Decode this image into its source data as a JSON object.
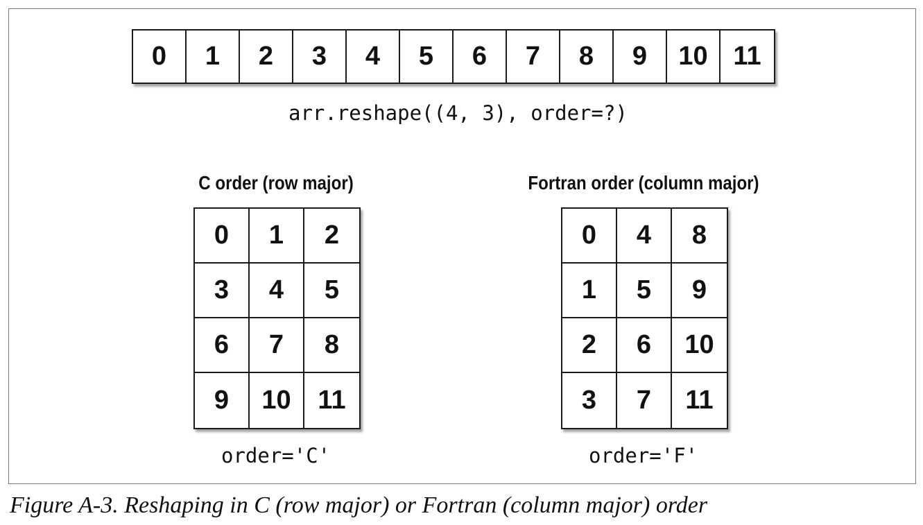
{
  "flat_array": {
    "values": [
      "0",
      "1",
      "2",
      "3",
      "4",
      "5",
      "6",
      "7",
      "8",
      "9",
      "10",
      "11"
    ]
  },
  "reshape_call": "arr.reshape((4, 3), order=?)",
  "c_order": {
    "heading": "C order (row major)",
    "rows": [
      [
        "0",
        "1",
        "2"
      ],
      [
        "3",
        "4",
        "5"
      ],
      [
        "6",
        "7",
        "8"
      ],
      [
        "9",
        "10",
        "11"
      ]
    ],
    "label": "order='C'"
  },
  "fortran_order": {
    "heading": "Fortran order (column major)",
    "rows": [
      [
        "0",
        "4",
        "8"
      ],
      [
        "1",
        "5",
        "9"
      ],
      [
        "2",
        "6",
        "10"
      ],
      [
        "3",
        "7",
        "11"
      ]
    ],
    "label": "order='F'"
  },
  "caption": "Figure A-3. Reshaping in C (row major) or Fortran (column major) order"
}
